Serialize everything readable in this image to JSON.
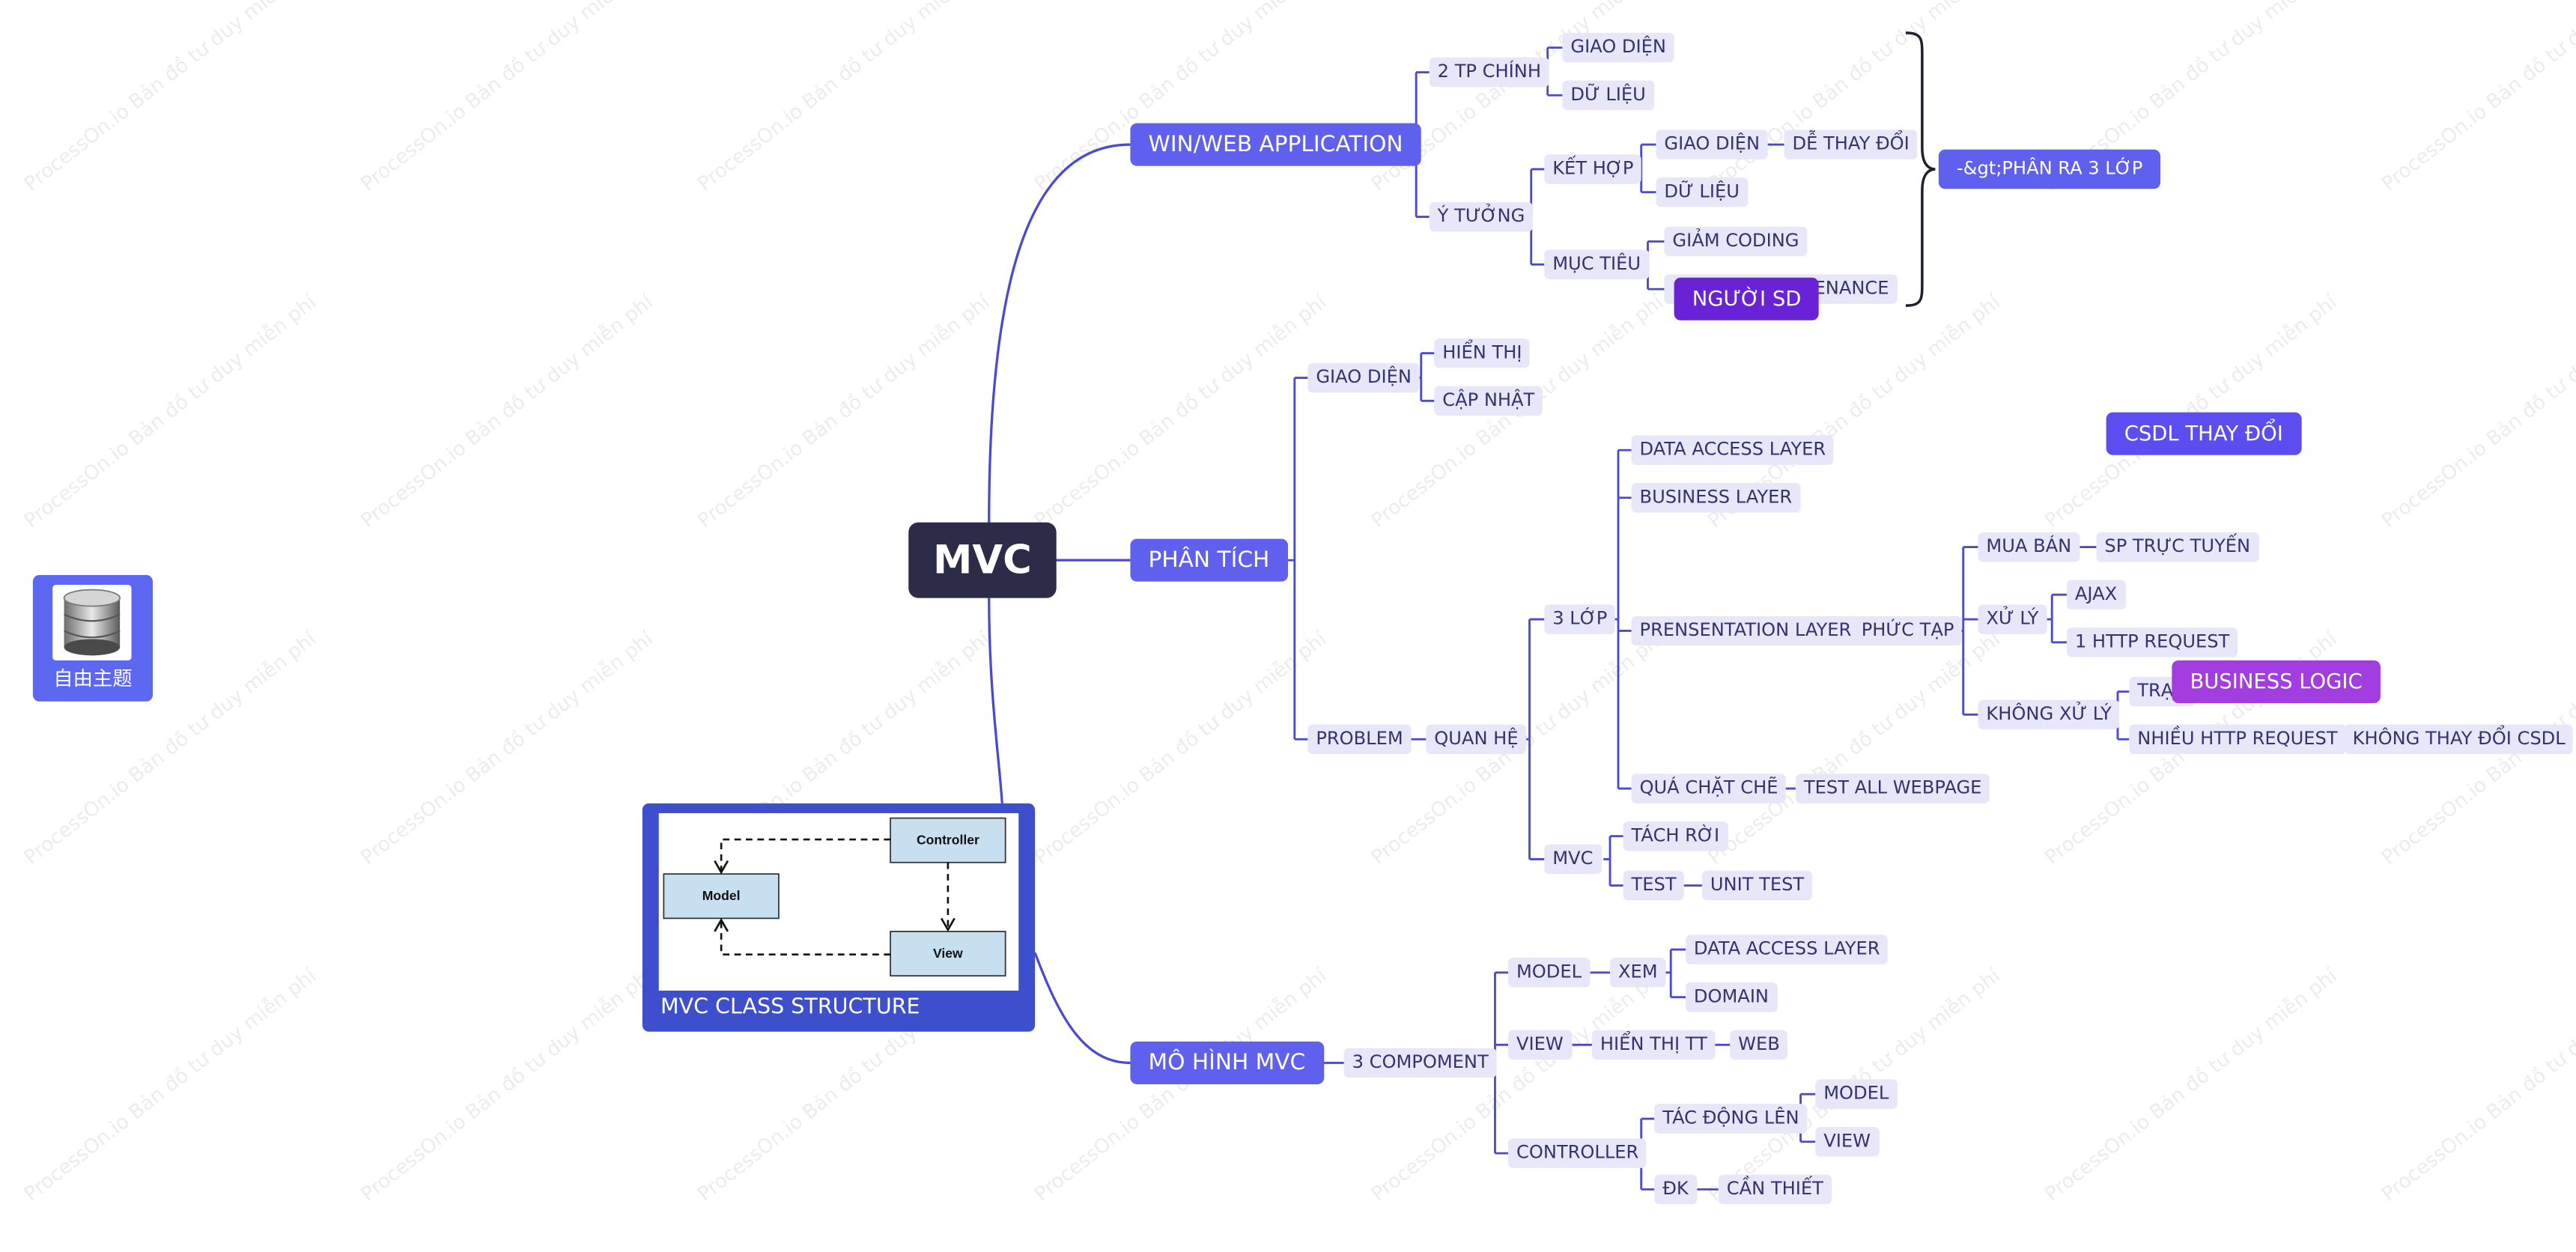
{
  "floating_topic": {
    "label": "自由主题",
    "icon": "database-icon"
  },
  "watermark": {
    "text": "ProcessOn.io Bản đồ tư duy miễn phí"
  },
  "root": {
    "label": "MVC"
  },
  "colors": {
    "branch": "#5f61ee",
    "root": "#2c2c48",
    "leaf_bg": "#e7e7f9",
    "leaf_text": "#33336e",
    "line": "#4a4ad0"
  },
  "branches": {
    "win": {
      "label": "WIN/WEB APPLICATION"
    },
    "phantich": {
      "label": "PHÂN TÍCH"
    },
    "mohinh": {
      "label": "MÔ HÌNH MVC"
    }
  },
  "leaves": {
    "tp_chinh": "2 TP CHÍNH",
    "tp_giaodien": "GIAO DIỆN",
    "tp_dulieu": "DỮ LIỆU",
    "ytuong": "Ý TƯỞNG",
    "ketHop": "KẾT HỢP",
    "kh_giaodien": "GIAO DIỆN",
    "de_thay_doi": "DỄ THAY ĐỔI",
    "kh_dulieu": "DỮ LIỆU",
    "muctieu": "MỤC TIÊU",
    "giam_coding": "GIẢM CODING",
    "maintenance": "MAINTENANCE",
    "pa_giaodien": "GIAO DIỆN",
    "hienthi": "HIỂN THỊ",
    "capnhat": "CẬP NHẬT",
    "problem": "PROBLEM",
    "quanhe": "QUAN HỆ",
    "ba_lop": "3 LỚP",
    "data_access": "DATA ACCESS LAYER",
    "business_layer": "BUSINESS LAYER",
    "presentation": "PRENSENTATION LAYER",
    "phuctap": "PHỨC TẠP",
    "muaban": "MUA BÁN",
    "sp_tructuyen": "SP TRỰC TUYẾN",
    "xuly": "XỬ LÝ",
    "ajax": "AJAX",
    "one_http": "1 HTTP REQUEST",
    "khong_xuly": "KHÔNG XỬ LÝ",
    "trac": "TRẠC",
    "nhieu_http": "NHIỀU HTTP REQUEST",
    "khong_thaydoi": "KHÔNG THAY ĐỔI CSDL",
    "quachatche": "QUÁ CHẶT CHẼ",
    "test_all": "TEST ALL WEBPAGE",
    "pa_mvc": "MVC",
    "tachroi": "TÁCH RỜI",
    "test": "TEST",
    "unit_test": "UNIT TEST",
    "compoment": "3 COMPOMENT",
    "model": "MODEL",
    "xem": "XEM",
    "m_data_access": "DATA ACCESS LAYER",
    "domain": "DOMAIN",
    "view": "VIEW",
    "hienthi_tt": "HIỂN THỊ TT",
    "web": "WEB",
    "controller": "CONTROLLER",
    "tacdong": "TÁC ĐỘNG LÊN",
    "c_model": "MODEL",
    "c_view": "VIEW",
    "dk": "ĐK",
    "canthiet": "CẦN THIẾT"
  },
  "summary": {
    "label": "-&gt;PHÂN RA 3 LỚP"
  },
  "badges": {
    "nguoi_sd": {
      "label": "NGƯỜI SD",
      "color": "#6a22d6"
    },
    "csdl": {
      "label": "CSDL THAY ĐỔI",
      "color": "#5c4df0"
    },
    "business_logic": {
      "label": "BUSINESS LOGIC",
      "color": "#a23ee0"
    }
  },
  "mvc_image": {
    "caption": "MVC CLASS STRUCTURE",
    "boxes": {
      "controller": "Controller",
      "model": "Model",
      "view": "View"
    }
  }
}
